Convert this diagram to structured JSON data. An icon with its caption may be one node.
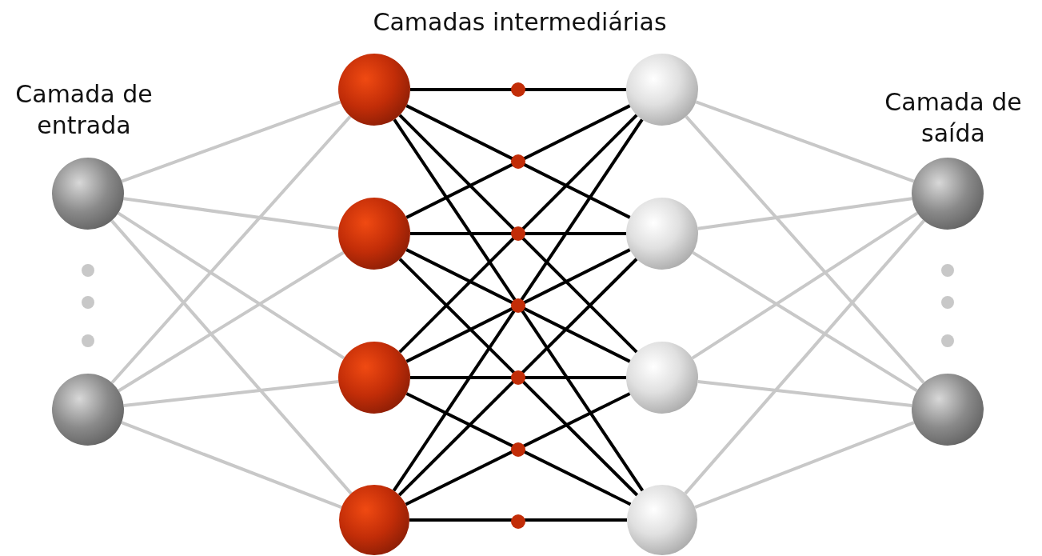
{
  "diagram": {
    "nodes": [
      {
        "text": [],
        "shape": "circle"
      },
      {
        "text": [],
        "shape": "circle"
      },
      {
        "text": [],
        "shape": "circle"
      },
      {
        "text": [],
        "shape": "circle"
      },
      {
        "text": [],
        "shape": "circle"
      },
      {
        "text": [],
        "shape": "circle"
      },
      {
        "text": [],
        "shape": "circle"
      },
      {
        "text": [],
        "shape": "circle"
      },
      {
        "text": [],
        "shape": "circle"
      },
      {
        "text": [],
        "shape": "circle"
      },
      {
        "text": [],
        "shape": "circle"
      },
      {
        "text": [],
        "shape": "circle"
      }
    ],
    "edges": [
      {
        "from": 0,
        "to": 2,
        "arrow": "none",
        "color": "#c8c8c8"
      },
      {
        "from": 0,
        "to": 3,
        "arrow": "none",
        "color": "#c8c8c8"
      },
      {
        "from": 0,
        "to": 4,
        "arrow": "none",
        "color": "#c8c8c8"
      },
      {
        "from": 0,
        "to": 5,
        "arrow": "none",
        "color": "#c8c8c8"
      },
      {
        "from": 1,
        "to": 2,
        "arrow": "none",
        "color": "#c8c8c8"
      },
      {
        "from": 1,
        "to": 3,
        "arrow": "none",
        "color": "#c8c8c8"
      },
      {
        "from": 1,
        "to": 4,
        "arrow": "none",
        "color": "#c8c8c8"
      },
      {
        "from": 1,
        "to": 5,
        "arrow": "none",
        "color": "#c8c8c8"
      },
      {
        "from": 2,
        "to": 6,
        "arrow": "none",
        "color": "#000000"
      },
      {
        "from": 2,
        "to": 7,
        "arrow": "none",
        "color": "#000000"
      },
      {
        "from": 2,
        "to": 8,
        "arrow": "none",
        "color": "#000000"
      },
      {
        "from": 2,
        "to": 9,
        "arrow": "none",
        "color": "#000000"
      },
      {
        "from": 3,
        "to": 6,
        "arrow": "none",
        "color": "#000000"
      },
      {
        "from": 3,
        "to": 7,
        "arrow": "none",
        "color": "#000000"
      },
      {
        "from": 3,
        "to": 8,
        "arrow": "none",
        "color": "#000000"
      },
      {
        "from": 3,
        "to": 9,
        "arrow": "none",
        "color": "#000000"
      },
      {
        "from": 4,
        "to": 6,
        "arrow": "none",
        "color": "#000000"
      },
      {
        "from": 4,
        "to": 7,
        "arrow": "none",
        "color": "#000000"
      },
      {
        "from": 4,
        "to": 8,
        "arrow": "none",
        "color": "#000000"
      },
      {
        "from": 4,
        "to": 9,
        "arrow": "none",
        "color": "#000000"
      },
      {
        "from": 5,
        "to": 6,
        "arrow": "none",
        "color": "#000000"
      },
      {
        "from": 5,
        "to": 7,
        "arrow": "none",
        "color": "#000000"
      },
      {
        "from": 5,
        "to": 8,
        "arrow": "none",
        "color": "#000000"
      },
      {
        "from": 5,
        "to": 9,
        "arrow": "none",
        "color": "#000000"
      },
      {
        "from": 6,
        "to": 10,
        "arrow": "none",
        "color": "#c8c8c8"
      },
      {
        "from": 6,
        "to": 11,
        "arrow": "none",
        "color": "#c8c8c8"
      },
      {
        "from": 7,
        "to": 10,
        "arrow": "none",
        "color": "#c8c8c8"
      },
      {
        "from": 7,
        "to": 11,
        "arrow": "none",
        "color": "#c8c8c8"
      },
      {
        "from": 8,
        "to": 10,
        "arrow": "none",
        "color": "#c8c8c8"
      },
      {
        "from": 8,
        "to": 11,
        "arrow": "none",
        "color": "#c8c8c8"
      },
      {
        "from": 9,
        "to": 10,
        "arrow": "none",
        "color": "#c8c8c8"
      },
      {
        "from": 9,
        "to": 11,
        "arrow": "none",
        "color": "#c8c8c8"
      }
    ],
    "labels": [
      "Camadas intermediárias",
      "Camada de entrada",
      "Camada de saída"
    ]
  }
}
